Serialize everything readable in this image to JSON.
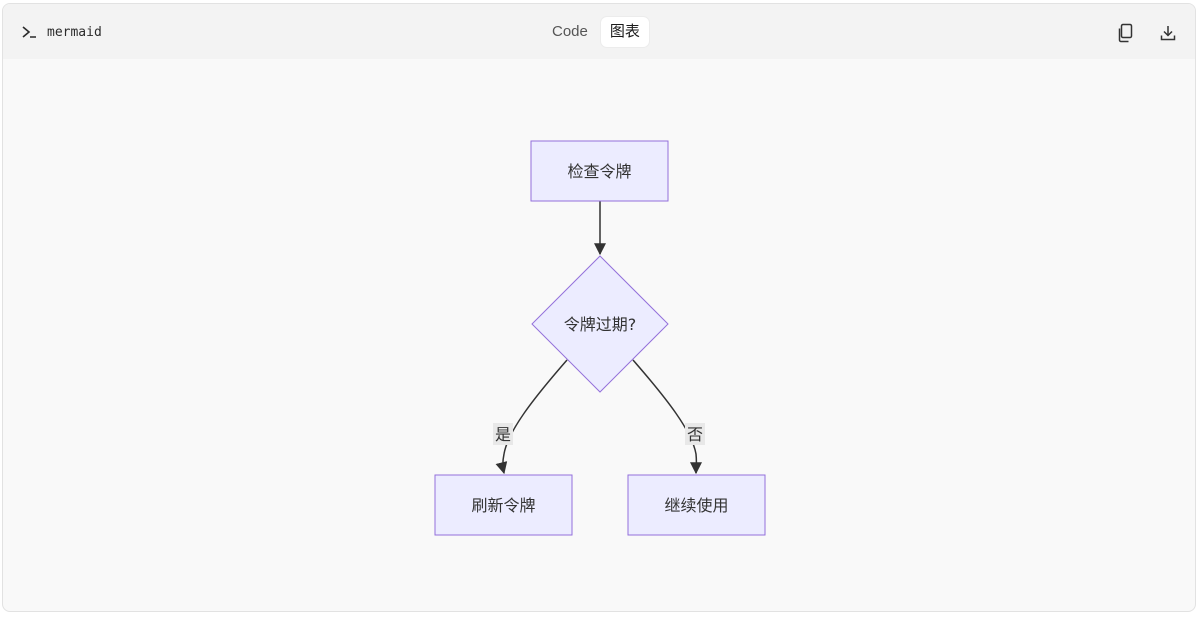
{
  "header": {
    "language_label": "mermaid",
    "prompt_icon": "terminal-prompt-icon",
    "tabs": [
      {
        "label": "Code",
        "active": false
      },
      {
        "label": "图表",
        "active": true
      }
    ],
    "actions": {
      "copy_icon": "copy-icon",
      "download_icon": "download-icon"
    }
  },
  "diagram": {
    "nodes": {
      "check": "检查令牌",
      "decision": "令牌过期?",
      "refresh": "刷新令牌",
      "continue": "继续使用"
    },
    "edges": {
      "yes_label": "是",
      "no_label": "否"
    },
    "colors": {
      "node_fill": "#ECECFF",
      "node_stroke": "#9370DB",
      "edge": "#333333",
      "edge_label_bg": "#E8E8E8"
    }
  }
}
